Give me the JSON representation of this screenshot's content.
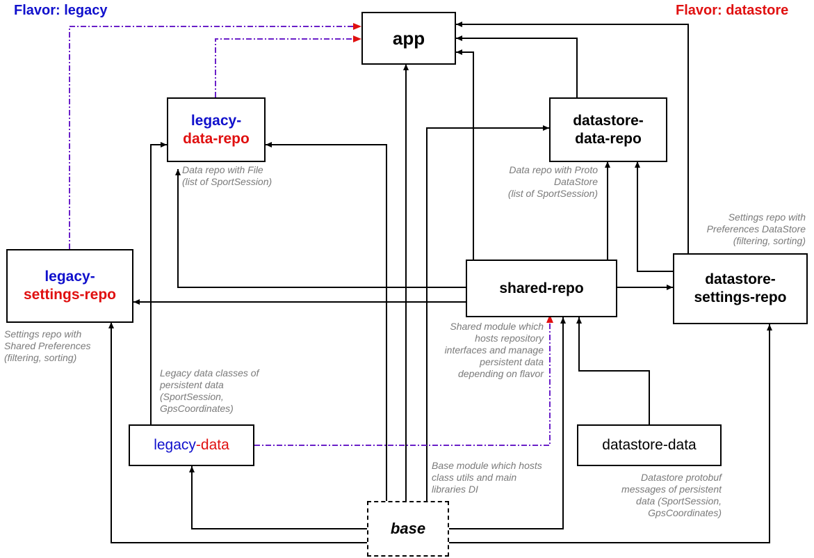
{
  "flavors": {
    "legacy": "Flavor: legacy",
    "datastore": "Flavor: datastore"
  },
  "modules": {
    "app": "app",
    "legacy_data_repo": {
      "line1": "legacy-",
      "line2": "data-repo"
    },
    "datastore_data_repo": {
      "line1": "datastore-",
      "line2": "data-repo"
    },
    "legacy_settings_repo": {
      "line1": "legacy-",
      "line2": "settings-repo"
    },
    "shared_repo": "shared-repo",
    "datastore_settings_repo": {
      "line1": "datastore-",
      "line2": "settings-repo"
    },
    "legacy_data": {
      "part1": "legacy",
      "part2": "-data"
    },
    "datastore_data": "datastore-data",
    "base": "base"
  },
  "notes": {
    "legacy_data_repo": [
      "Data repo with File",
      "(list of SportSession)"
    ],
    "datastore_data_repo": [
      "Data repo with Proto",
      "DataStore",
      "(list of SportSession)"
    ],
    "datastore_settings_repo": [
      "Settings repo with",
      "Preferences DataStore",
      "(filtering, sorting)"
    ],
    "legacy_settings_repo": [
      "Settings repo with",
      "Shared Preferences",
      "(filtering, sorting)"
    ],
    "shared_repo": [
      "Shared module which",
      "hosts repository",
      "interfaces and manage",
      "persistent data",
      "depending on flavor"
    ],
    "legacy_data": [
      "Legacy data classes of",
      "persistent data",
      "(SportSession,",
      "GpsCoordinates)"
    ],
    "base": [
      "Base module which hosts",
      "class utils and main",
      "libraries DI"
    ],
    "datastore_data": [
      "Datastore protobuf",
      "messages of persistent",
      "data (SportSession,",
      "GpsCoordinates)"
    ]
  },
  "colors": {
    "legacy_flavor": "#1010cc",
    "datastore_flavor": "#e01010",
    "flavor_link_line": "#6a1fc8",
    "flavor_link_arrow": "#e01010",
    "note_text": "#7a7a7a"
  }
}
